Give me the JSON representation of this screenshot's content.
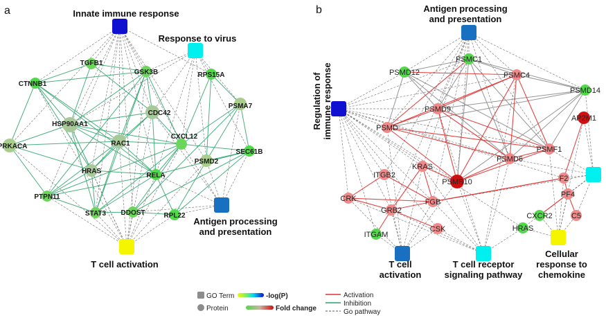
{
  "panel_a": {
    "letter": "a",
    "terms": [
      {
        "id": "innate",
        "lines": [
          "Innate immune response"
        ],
        "color": "#1010d0"
      },
      {
        "id": "virus",
        "lines": [
          "Response to virus"
        ],
        "color": "#00f0f0"
      },
      {
        "id": "antigen",
        "lines": [
          "Antigen processing",
          "and presentation"
        ],
        "color": "#1a70c0"
      },
      {
        "id": "tcell",
        "lines": [
          "T cell activation"
        ],
        "color": "#f5f500"
      }
    ],
    "proteins": [
      {
        "id": "TGFB1",
        "label": "TGFB1",
        "color": "#6cd65a"
      },
      {
        "id": "GSK3B",
        "label": "GSK3B",
        "color": "#6cd65a"
      },
      {
        "id": "RPS15A",
        "label": "RPS15A",
        "color": "#52d84a"
      },
      {
        "id": "CTNNB1",
        "label": "CTNNB1",
        "color": "#52d84a"
      },
      {
        "id": "PSMA7",
        "label": "PSMA7",
        "color": "#a8cd8c"
      },
      {
        "id": "CDC42",
        "label": "CDC42",
        "color": "#a8c89a"
      },
      {
        "id": "HSP90AA1",
        "label": "HSP90AA1",
        "color": "#a8c89a"
      },
      {
        "id": "RAC1",
        "label": "RAC1",
        "color": "#a8c89a"
      },
      {
        "id": "CXCL12",
        "label": "CXCL12",
        "color": "#6cd65a"
      },
      {
        "id": "PRKACA",
        "label": "PRKACA",
        "color": "#a8cd8c"
      },
      {
        "id": "SEC61B",
        "label": "SEC61B",
        "color": "#52d84a"
      },
      {
        "id": "PSMD2",
        "label": "PSMD2",
        "color": "#a8cd8c"
      },
      {
        "id": "HRAS",
        "label": "HRAS",
        "color": "#a8c89a"
      },
      {
        "id": "RELA",
        "label": "RELA",
        "color": "#52d84a"
      },
      {
        "id": "PTPN11",
        "label": "PTPN11",
        "color": "#6cd65a"
      },
      {
        "id": "STAT3",
        "label": "STAT3",
        "color": "#6cd65a"
      },
      {
        "id": "DDOST",
        "label": "DDOST",
        "color": "#6cd65a"
      },
      {
        "id": "RPL22",
        "label": "RPL22",
        "color": "#52d84a"
      }
    ],
    "inhibition_edges": [
      [
        "CTNNB1",
        "TGFB1"
      ],
      [
        "CTNNB1",
        "GSK3B"
      ],
      [
        "CTNNB1",
        "HSP90AA1"
      ],
      [
        "CTNNB1",
        "RAC1"
      ],
      [
        "CTNNB1",
        "PRKACA"
      ],
      [
        "CTNNB1",
        "HRAS"
      ],
      [
        "CTNNB1",
        "RELA"
      ],
      [
        "TGFB1",
        "GSK3B"
      ],
      [
        "TGFB1",
        "HSP90AA1"
      ],
      [
        "TGFB1",
        "CDC42"
      ],
      [
        "GSK3B",
        "HSP90AA1"
      ],
      [
        "GSK3B",
        "CDC42"
      ],
      [
        "GSK3B",
        "RAC1"
      ],
      [
        "GSK3B",
        "CXCL12"
      ],
      [
        "GSK3B",
        "PTPN11"
      ],
      [
        "GSK3B",
        "STAT3"
      ],
      [
        "RPS15A",
        "PSMA7"
      ],
      [
        "RPS15A",
        "CXCL12"
      ],
      [
        "RPS15A",
        "PSMD2"
      ],
      [
        "PSMA7",
        "SEC61B"
      ],
      [
        "PSMA7",
        "PSMD2"
      ],
      [
        "PSMA7",
        "CXCL12"
      ],
      [
        "PSMA7",
        "DDOST"
      ],
      [
        "HSP90AA1",
        "RAC1"
      ],
      [
        "HSP90AA1",
        "CDC42"
      ],
      [
        "HSP90AA1",
        "HRAS"
      ],
      [
        "HSP90AA1",
        "RELA"
      ],
      [
        "HSP90AA1",
        "STAT3"
      ],
      [
        "HSP90AA1",
        "PRKACA"
      ],
      [
        "HSP90AA1",
        "CXCL12"
      ],
      [
        "CDC42",
        "RAC1"
      ],
      [
        "CDC42",
        "CXCL12"
      ],
      [
        "CDC42",
        "RELA"
      ],
      [
        "CDC42",
        "HRAS"
      ],
      [
        "RAC1",
        "HRAS"
      ],
      [
        "RAC1",
        "RELA"
      ],
      [
        "RAC1",
        "CXCL12"
      ],
      [
        "RAC1",
        "STAT3"
      ],
      [
        "RAC1",
        "PTPN11"
      ],
      [
        "CXCL12",
        "RELA"
      ],
      [
        "CXCL12",
        "SEC61B"
      ],
      [
        "CXCL12",
        "STAT3"
      ],
      [
        "CXCL12",
        "DDOST"
      ],
      [
        "CXCL12",
        "PTPN11"
      ],
      [
        "PRKACA",
        "HRAS"
      ],
      [
        "PRKACA",
        "PTPN11"
      ],
      [
        "PRKACA",
        "RAC1"
      ],
      [
        "HRAS",
        "RELA"
      ],
      [
        "HRAS",
        "PTPN11"
      ],
      [
        "HRAS",
        "STAT3"
      ],
      [
        "RELA",
        "STAT3"
      ],
      [
        "RELA",
        "SEC61B"
      ],
      [
        "RELA",
        "RPL22"
      ],
      [
        "RELA",
        "PTPN11"
      ],
      [
        "PSMD2",
        "SEC61B"
      ],
      [
        "PSMD2",
        "RPL22"
      ],
      [
        "SEC61B",
        "RPL22"
      ],
      [
        "SEC61B",
        "DDOST"
      ],
      [
        "PTPN11",
        "STAT3"
      ],
      [
        "STAT3",
        "DDOST"
      ],
      [
        "DDOST",
        "RPL22"
      ]
    ]
  },
  "panel_b": {
    "letter": "b",
    "terms": [
      {
        "id": "antigen",
        "lines": [
          "Antigen processing",
          "and presentation"
        ],
        "color": "#1a70c0"
      },
      {
        "id": "regulation",
        "lines": [
          "Regulation of",
          "immune response"
        ],
        "color": "#1010d0"
      },
      {
        "id": "cyan_right",
        "lines": [],
        "color": "#00f0f0"
      },
      {
        "id": "tcell",
        "lines": [
          "T cell",
          "activation"
        ],
        "color": "#1a70c0"
      },
      {
        "id": "tcr",
        "lines": [
          "T cell receptor",
          "signaling pathway"
        ],
        "color": "#00f0f0"
      },
      {
        "id": "chemokine",
        "lines": [
          "Cellular",
          "response to",
          "chemokine"
        ],
        "color": "#f5f500"
      }
    ],
    "proteins": [
      {
        "id": "PSMC1",
        "label": "PSMC1",
        "color": "#52d84a"
      },
      {
        "id": "PSMD12",
        "label": "PSMD12",
        "color": "#52d84a"
      },
      {
        "id": "PSMC4",
        "label": "PSMC4",
        "color": "#f08a8a"
      },
      {
        "id": "PSMD14",
        "label": "PSMD14",
        "color": "#52d84a"
      },
      {
        "id": "PSMD9",
        "label": "PSMD9",
        "color": "#f08a8a"
      },
      {
        "id": "AP2M1",
        "label": "AP2M1",
        "color": "#d01010"
      },
      {
        "id": "PSMD",
        "label": "PSMD",
        "color": "#f08a8a"
      },
      {
        "id": "PSMF1",
        "label": "PSMF1",
        "color": "#f08a8a"
      },
      {
        "id": "PSMD6",
        "label": "PSMD6",
        "color": "#f08a8a"
      },
      {
        "id": "KRAS",
        "label": "KRAS",
        "color": "#f08a8a"
      },
      {
        "id": "ITGB2",
        "label": "ITGB2",
        "color": "#f08a8a"
      },
      {
        "id": "PSMB10",
        "label": "PSMB10",
        "color": "#d01010"
      },
      {
        "id": "F2",
        "label": "F2",
        "color": "#f08a8a"
      },
      {
        "id": "PF4",
        "label": "PF4",
        "color": "#f08a8a"
      },
      {
        "id": "CRK",
        "label": "CRK",
        "color": "#f08a8a"
      },
      {
        "id": "FGB",
        "label": "FGB",
        "color": "#f08a8a"
      },
      {
        "id": "GRB2",
        "label": "GRB2",
        "color": "#f08a8a"
      },
      {
        "id": "CSK",
        "label": "CSK",
        "color": "#f08a8a"
      },
      {
        "id": "CXCR2",
        "label": "CXCR2",
        "color": "#52d84a"
      },
      {
        "id": "C5",
        "label": "C5",
        "color": "#f08a8a"
      },
      {
        "id": "HRAS",
        "label": "HRAS",
        "color": "#52d84a"
      },
      {
        "id": "ITGAM",
        "label": "ITGAM",
        "color": "#52d84a"
      }
    ],
    "activation_edges": [
      [
        "PSMD",
        "PSMD9"
      ],
      [
        "PSMD",
        "PSMC4"
      ],
      [
        "PSMD",
        "PSMF1"
      ],
      [
        "PSMD",
        "PSMD6"
      ],
      [
        "PSMD",
        "PSMB10"
      ],
      [
        "PSMD",
        "PSMC1"
      ],
      [
        "PSMD9",
        "PSMC4"
      ],
      [
        "PSMD9",
        "PSMD6"
      ],
      [
        "PSMD9",
        "PSMF1"
      ],
      [
        "PSMD9",
        "PSMB10"
      ],
      [
        "PSMC4",
        "PSMD6"
      ],
      [
        "PSMC4",
        "PSMB10"
      ],
      [
        "PSMC4",
        "PSMF1"
      ],
      [
        "PSMC4",
        "PSMD12"
      ],
      [
        "PSMD6",
        "PSMB10"
      ],
      [
        "PSMF1",
        "PSMB10"
      ],
      [
        "PSMF1",
        "PSMD6"
      ],
      [
        "AP2M1",
        "F2"
      ],
      [
        "F2",
        "PF4"
      ],
      [
        "F2",
        "FGB"
      ],
      [
        "PF4",
        "C5"
      ],
      [
        "PF4",
        "CXCR2"
      ],
      [
        "FGB",
        "ITGB2"
      ],
      [
        "FGB",
        "GRB2"
      ],
      [
        "FGB",
        "CRK"
      ],
      [
        "FGB",
        "KRAS"
      ],
      [
        "FGB",
        "F2"
      ],
      [
        "KRAS",
        "GRB2"
      ],
      [
        "KRAS",
        "PSMB10"
      ],
      [
        "GRB2",
        "CSK"
      ],
      [
        "GRB2",
        "CRK"
      ],
      [
        "ITGB2",
        "CRK"
      ],
      [
        "ITGAM",
        "GRB2"
      ]
    ],
    "gray_edges": [
      [
        "PSMC1",
        "PSMD12"
      ],
      [
        "PSMC1",
        "PSMC4"
      ],
      [
        "PSMC1",
        "PSMD14"
      ],
      [
        "PSMC1",
        "PSMD9"
      ],
      [
        "PSMC1",
        "PSMF1"
      ],
      [
        "PSMC1",
        "PSMD6"
      ],
      [
        "PSMC1",
        "PSMB10"
      ],
      [
        "PSMD12",
        "PSMD9"
      ],
      [
        "PSMD12",
        "PSMD"
      ],
      [
        "PSMD12",
        "PSMD6"
      ],
      [
        "PSMD12",
        "PSMF1"
      ],
      [
        "PSMD14",
        "PSMC4"
      ],
      [
        "PSMD14",
        "PSMD9"
      ],
      [
        "PSMD14",
        "PSMF1"
      ],
      [
        "PSMD14",
        "PSMD"
      ],
      [
        "PSMD14",
        "PSMD6"
      ],
      [
        "PSMD14",
        "PSMB10"
      ]
    ]
  },
  "legend": {
    "go_term": "GO Term",
    "log_p": "-log(P)",
    "protein": "Protein",
    "fold_change": "Fold change",
    "activation": "Activation",
    "inhibition": "Inhibition",
    "go_pathway": "Go pathway",
    "activation_color": "#e03030",
    "inhibition_color": "#2aa36a",
    "go_pathway_color": "#555555"
  }
}
